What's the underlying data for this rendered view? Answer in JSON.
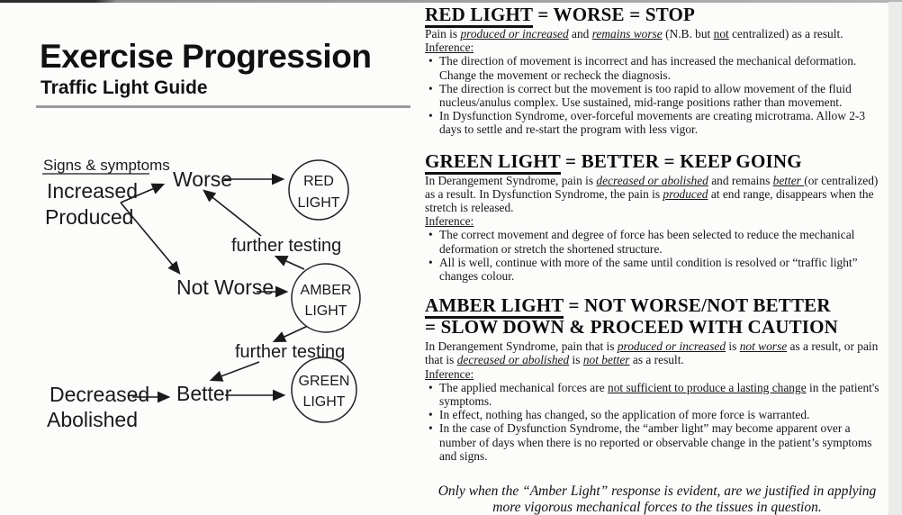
{
  "header": {
    "title": "Exercise Progression",
    "subtitle": "Traffic Light Guide"
  },
  "glyphs": {
    "bullet": "•"
  },
  "diagram": {
    "signs_label": "Signs & symptoms",
    "increased": "Increased",
    "produced": "Produced",
    "worse": "Worse",
    "not_worse": "Not Worse",
    "decreased": "Decreased",
    "abolished": "Abolished",
    "better": "Better",
    "further_testing_top": "further testing",
    "further_testing_bottom": "further testing",
    "red_line1": "RED",
    "red_line2": "LIGHT",
    "amber_line1": "AMBER",
    "amber_line2": "LIGHT",
    "green_line1": "GREEN",
    "green_line2": "LIGHT",
    "line_color": "#1a1a1a"
  },
  "sections": {
    "red": {
      "title_underlined": "RED LIGHT",
      "title_rest": " = WORSE = STOP",
      "intro": [
        {
          "t": "Pain is "
        },
        {
          "t": "produced or increased",
          "s": "iu"
        },
        {
          "t": " and "
        },
        {
          "t": "remains worse",
          "s": "iu"
        },
        {
          "t": " (N.B. but "
        },
        {
          "t": "not",
          "s": "u"
        },
        {
          "t": " centralized) as a result."
        }
      ],
      "inference_label": "Inference:",
      "bullets": [
        [
          {
            "t": "The direction of movement is incorrect and has increased the mechanical deformation.  Change the movement or recheck the diagnosis."
          }
        ],
        [
          {
            "t": "The direction is correct but the movement is too rapid to allow movement of the fluid nucleus/anulus complex.  Use sustained, mid-range positions rather than movement."
          }
        ],
        [
          {
            "t": "In Dysfunction Syndrome, over-forceful movements are creating microtrama.  Allow 2-3 days to settle and re-start the program with less vigor."
          }
        ]
      ]
    },
    "green": {
      "title_underlined": "GREEN LIGHT",
      "title_rest": "  = BETTER = KEEP GOING",
      "intro": [
        {
          "t": "In Derangement Syndrome, pain is "
        },
        {
          "t": "decreased or abolished",
          "s": "iu"
        },
        {
          "t": " and remains "
        },
        {
          "t": "better ",
          "s": "iu"
        },
        {
          "t": "(or centralized) as a result.  In Dysfunction Syndrome, the pain is "
        },
        {
          "t": "produced",
          "s": "iu"
        },
        {
          "t": " at end range, disappears when the stretch is released."
        }
      ],
      "inference_label": "Inference:",
      "bullets": [
        [
          {
            "t": "The correct movement and degree of force has been selected to reduce the mechanical deformation or stretch the shortened structure."
          }
        ],
        [
          {
            "t": "All is well, continue with more of the same until condition is resolved or “traffic light” changes colour."
          }
        ]
      ]
    },
    "amber": {
      "title_underlined": "AMBER LIGHT",
      "title_rest": "  = NOT WORSE/NOT BETTER",
      "title_line2": "= SLOW DOWN & PROCEED WITH CAUTION",
      "intro": [
        {
          "t": "In Derangement Syndrome, pain that is "
        },
        {
          "t": "produced or increased",
          "s": "iu"
        },
        {
          "t": " is "
        },
        {
          "t": "not worse",
          "s": "iu"
        },
        {
          "t": " as a result, or pain that is "
        },
        {
          "t": "decreased or abolished",
          "s": "iu"
        },
        {
          "t": " is "
        },
        {
          "t": "not better",
          "s": "iu"
        },
        {
          "t": " as a result."
        }
      ],
      "inference_label": "Inference:",
      "bullets": [
        [
          {
            "t": "The applied mechanical forces are "
          },
          {
            "t": "not sufficient to produce a lasting change",
            "s": "u"
          },
          {
            "t": " in the patient's symptoms."
          }
        ],
        [
          {
            "t": "In  effect, nothing has changed, so the application of more force is warranted."
          }
        ],
        [
          {
            "t": "In the case of  Dysfunction Syndrome, the “amber light” may become apparent over a number of days when there is no reported or observable change in the patient’s symptoms and signs."
          }
        ]
      ]
    }
  },
  "footer_note": "Only when the “Amber Light” response is evident, are we justified in applying more vigorous mechanical forces to the tissues in question."
}
